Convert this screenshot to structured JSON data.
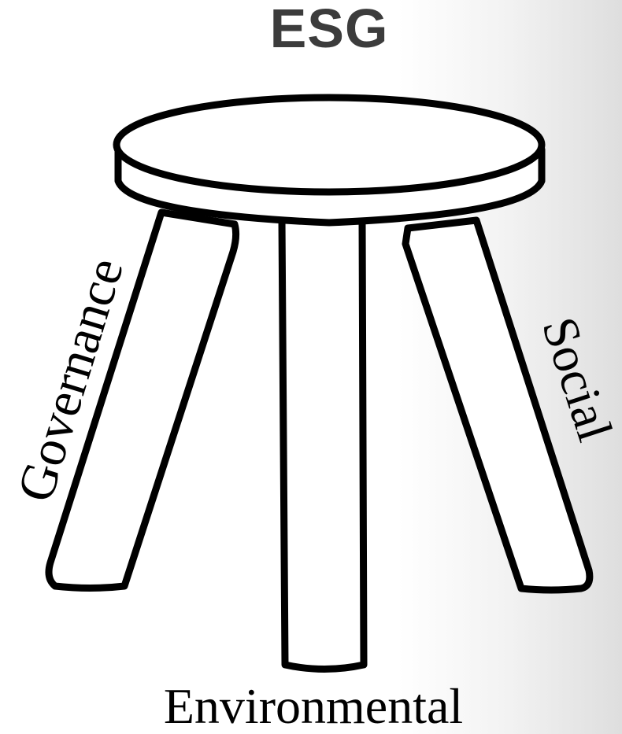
{
  "title": "ESG",
  "legs": {
    "governance": "Governance",
    "environmental": "Environmental",
    "social": "Social"
  },
  "colors": {
    "title": "#3c3c3c",
    "outline": "#000000",
    "fill": "#ffffff"
  }
}
